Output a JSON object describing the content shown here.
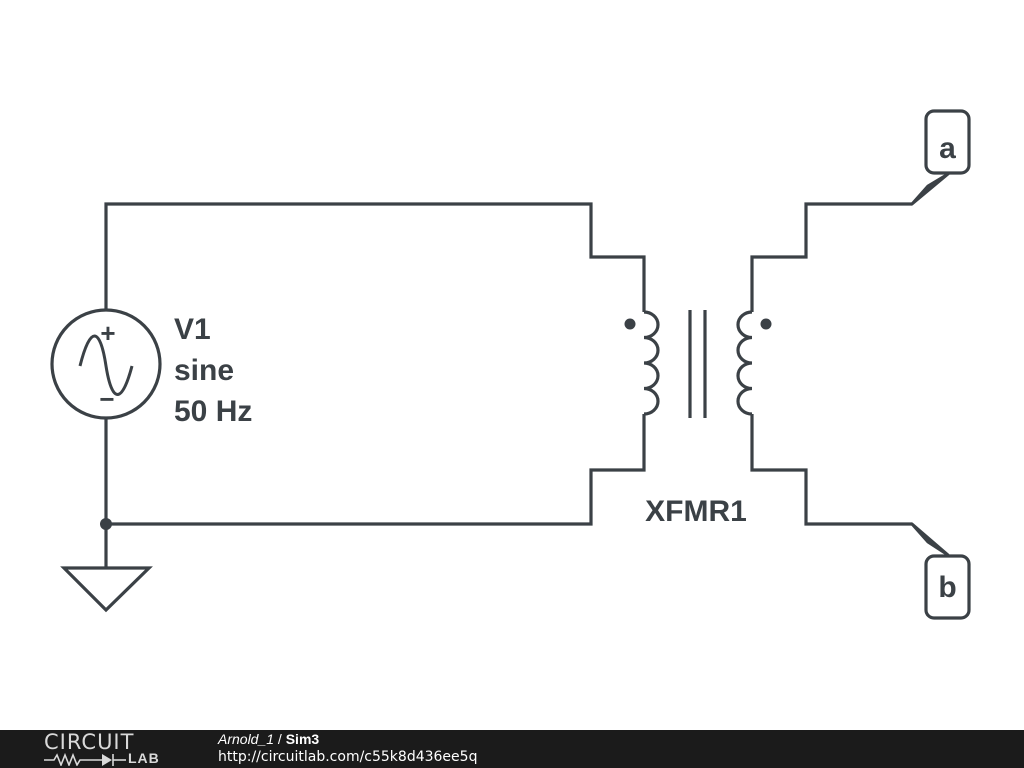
{
  "source": {
    "name": "V1",
    "waveform": "sine",
    "frequency": "50 Hz",
    "plus": "+",
    "minus": "−"
  },
  "transformer": {
    "name": "XFMR1"
  },
  "terminals": {
    "a": "a",
    "b": "b"
  },
  "footer": {
    "logo_top": "CIRCUIT",
    "logo_bottom": "LAB",
    "author": "Arnold_1",
    "separator": " / ",
    "title": "Sim3",
    "url": "http://circuitlab.com/c55k8d436ee5q"
  },
  "colors": {
    "ink": "#3b4146",
    "footer_bg": "#1b1b1b"
  }
}
